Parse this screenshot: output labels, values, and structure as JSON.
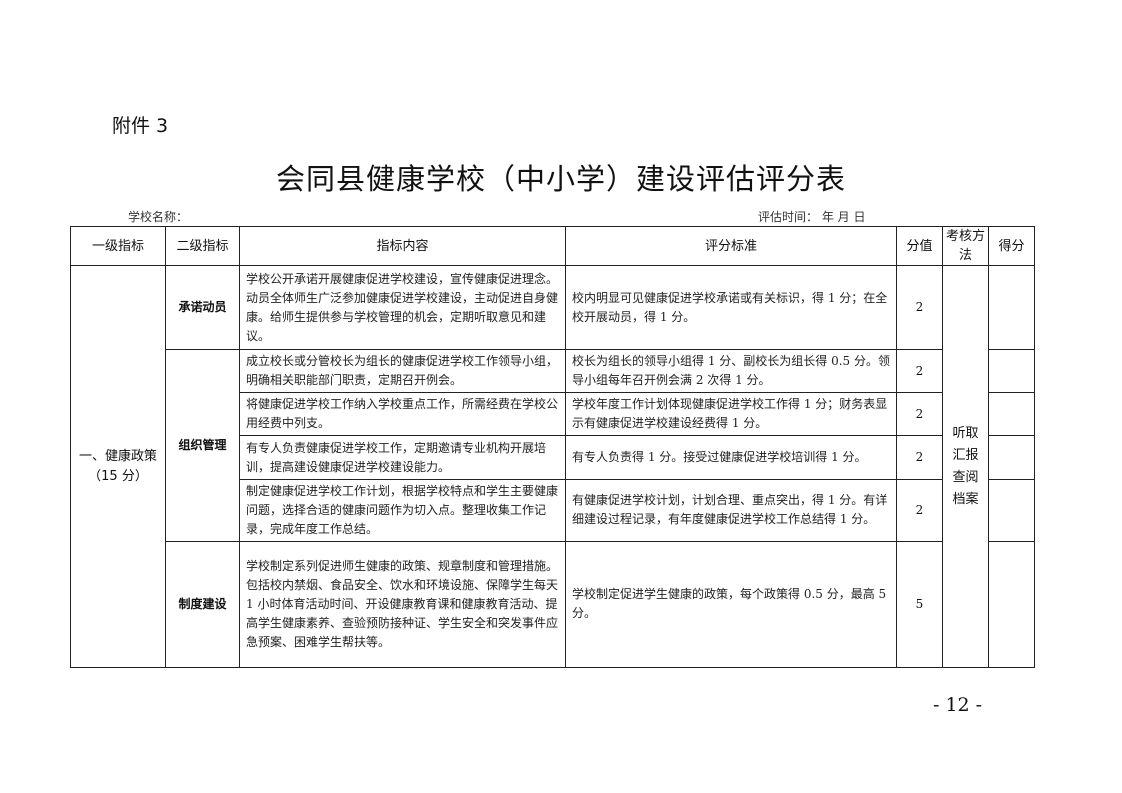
{
  "attachment_label": "附件 3",
  "title": "会同县健康学校（中小学）建设评估评分表",
  "meta": {
    "school_name_label": "学校名称：",
    "eval_time_label": "评估时间：      年    月    日"
  },
  "table": {
    "headers": {
      "level1": "一级指标",
      "level2": "二级指标",
      "content": "指标内容",
      "standard": "评分标准",
      "score": "分值",
      "method": "考核方法",
      "points": "得分"
    },
    "level1": {
      "name": "一、健康政策",
      "sub": "（15 分）"
    },
    "method_text": [
      "听取",
      "汇报",
      "查阅",
      "档案"
    ],
    "groups": [
      {
        "level2": "承诺动员"
      },
      {
        "level2": "组织管理"
      },
      {
        "level2": "制度建设"
      }
    ],
    "rows": [
      {
        "content": "学校公开承诺开展健康促进学校建设，宣传健康促进理念。动员全体师生广泛参加健康促进学校建设，主动促进自身健康。给师生提供参与学校管理的机会，定期听取意见和建议。",
        "standard": "校内明显可见健康促进学校承诺或有关标识，得 1 分；在全校开展动员，得 1 分。",
        "score": "2"
      },
      {
        "content": "成立校长或分管校长为组长的健康促进学校工作领导小组，明确相关职能部门职责，定期召开例会。",
        "standard": "校长为组长的领导小组得 1 分、副校长为组长得 0.5 分。领导小组每年召开例会满 2 次得 1 分。",
        "score": "2"
      },
      {
        "content": "将健康促进学校工作纳入学校重点工作，所需经费在学校公用经费中列支。",
        "standard": "学校年度工作计划体现健康促进学校工作得 1 分；财务表显示有健康促进学校建设经费得 1 分。",
        "score": "2"
      },
      {
        "content": "有专人负责健康促进学校工作，定期邀请专业机构开展培训，提高建设健康促进学校建设能力。",
        "standard": "有专人负责得 1 分。接受过健康促进学校培训得 1 分。",
        "score": "2"
      },
      {
        "content": "制定健康促进学校工作计划，根据学校特点和学生主要健康问题，选择合适的健康问题作为切入点。整理收集工作记录，完成年度工作总结。",
        "standard": "有健康促进学校计划，计划合理、重点突出，得 1 分。有详细建设过程记录，有年度健康促进学校工作总结得 1 分。",
        "score": "2"
      },
      {
        "content": "学校制定系列促进师生健康的政策、规章制度和管理措施。包括校内禁烟、食品安全、饮水和环境设施、保障学生每天 1 小时体育活动时间、开设健康教育课和健康教育活动、提高学生健康素养、查验预防接种证、学生安全和突发事件应急预案、困难学生帮扶等。",
        "standard": "学校制定促进学生健康的政策，每个政策得 0.5 分，最高 5 分。",
        "score": "5"
      }
    ]
  },
  "page_number": "- 12 -"
}
